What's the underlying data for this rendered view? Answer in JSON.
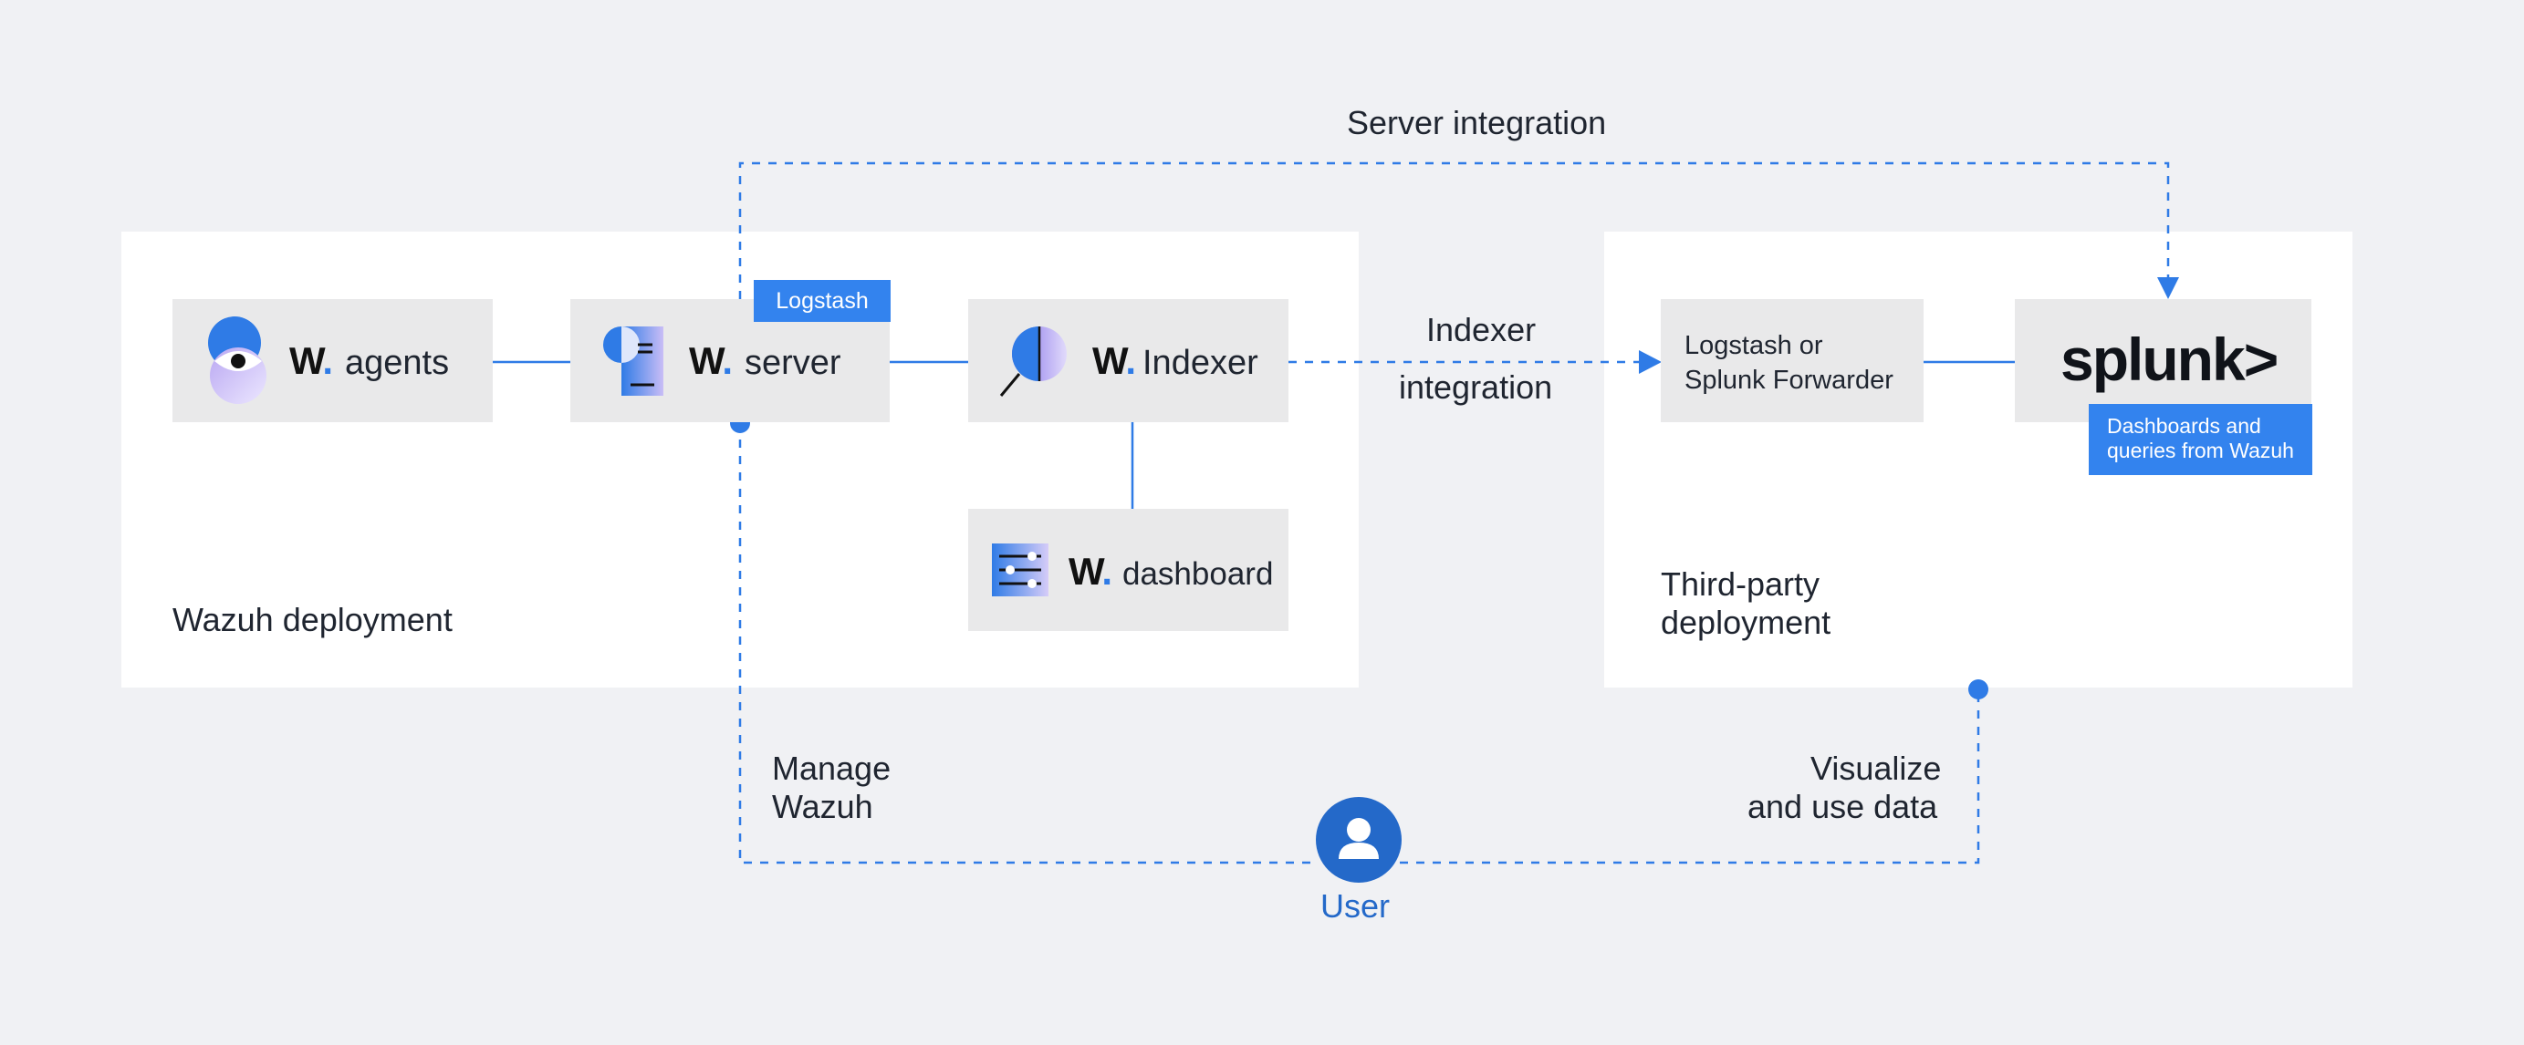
{
  "labels": {
    "server_integration": "Server integration",
    "indexer_integration_line1": "Indexer",
    "indexer_integration_line2": "integration",
    "wazuh_deployment": "Wazuh deployment",
    "third_party_line1": "Third-party",
    "third_party_line2": "deployment",
    "manage_line1": "Manage",
    "manage_line2": "Wazuh",
    "visualize_line1": "Visualize",
    "visualize_line2": "and use data",
    "user": "User"
  },
  "components": {
    "logo_mark": "W",
    "logo_dot": ".",
    "agents": "agents",
    "server": "server",
    "indexer": "Indexer",
    "dashboard": "dashboard",
    "logstash_badge": "Logstash",
    "forwarder_line1": "Logstash or",
    "forwarder_line2": "Splunk Forwarder",
    "splunk_logo": "splunk>",
    "splunk_badge_line1": "Dashboards and",
    "splunk_badge_line2": "queries from Wazuh"
  },
  "colors": {
    "accent": "#2f7be6",
    "badge": "#3383ee",
    "user": "#2469c9",
    "background": "#f0f1f4",
    "panel": "#ffffff",
    "box": "#e9e9ea"
  },
  "icons": {
    "agents": "eye-icon",
    "server": "server-icon",
    "indexer": "magnifier-icon",
    "dashboard": "sliders-icon",
    "user": "user-icon"
  }
}
